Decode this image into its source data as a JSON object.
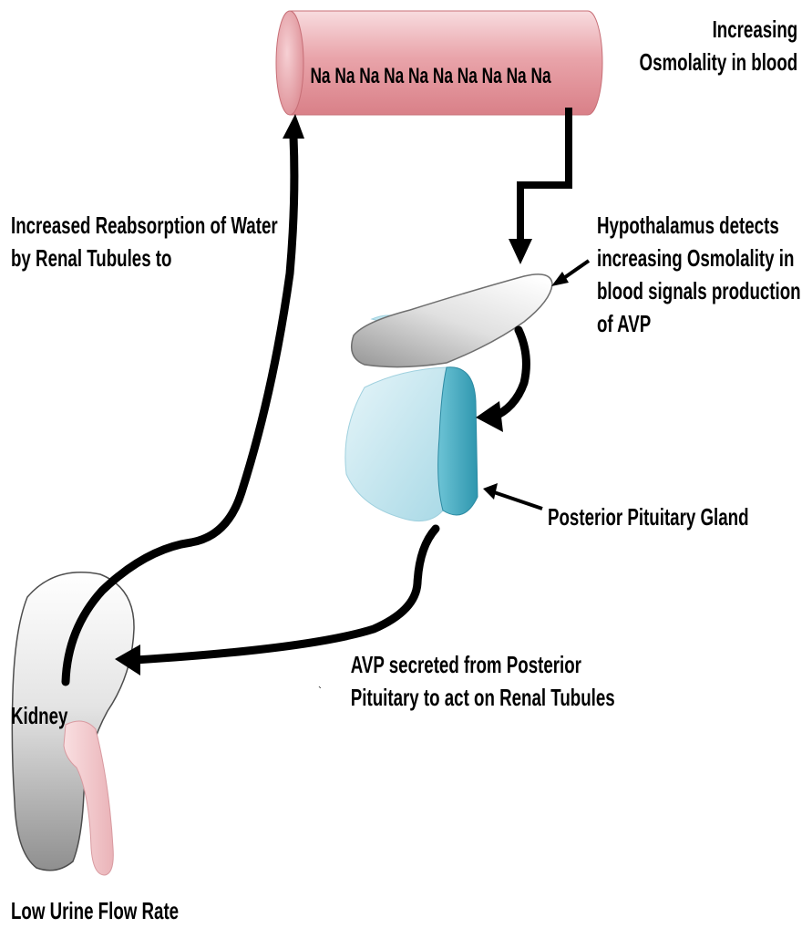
{
  "vessel": {
    "sodium_label": "Na Na Na Na Na Na Na Na Na Na"
  },
  "labels": {
    "increasing_osmolality": [
      "Increasing",
      "Osmolality in blood"
    ],
    "increased_reabsorption": [
      "Increased Reabsorption of Water",
      "by Renal Tubules to"
    ],
    "hypothalamus": [
      "Hypothalamus detects",
      "increasing Osmolality in",
      "blood signals production",
      "of AVP"
    ],
    "posterior_pituitary": "Posterior Pituitary Gland",
    "avp_secreted": [
      "AVP secreted from Posterior",
      "Pituitary to act on Renal Tubules"
    ],
    "kidney": "Kidney",
    "low_urine": "Low Urine Flow Rate"
  },
  "colors": {
    "vessel_pink": "#e79aa0",
    "gland_light_blue": "#cfeaf1",
    "gland_dark_blue": "#4fb3c9",
    "hypothalamus_gray": "#bdbdbd",
    "kidney_gray": "#9a9a9a",
    "ureter_pink": "#f3c9cc",
    "arrow": "#000000"
  }
}
